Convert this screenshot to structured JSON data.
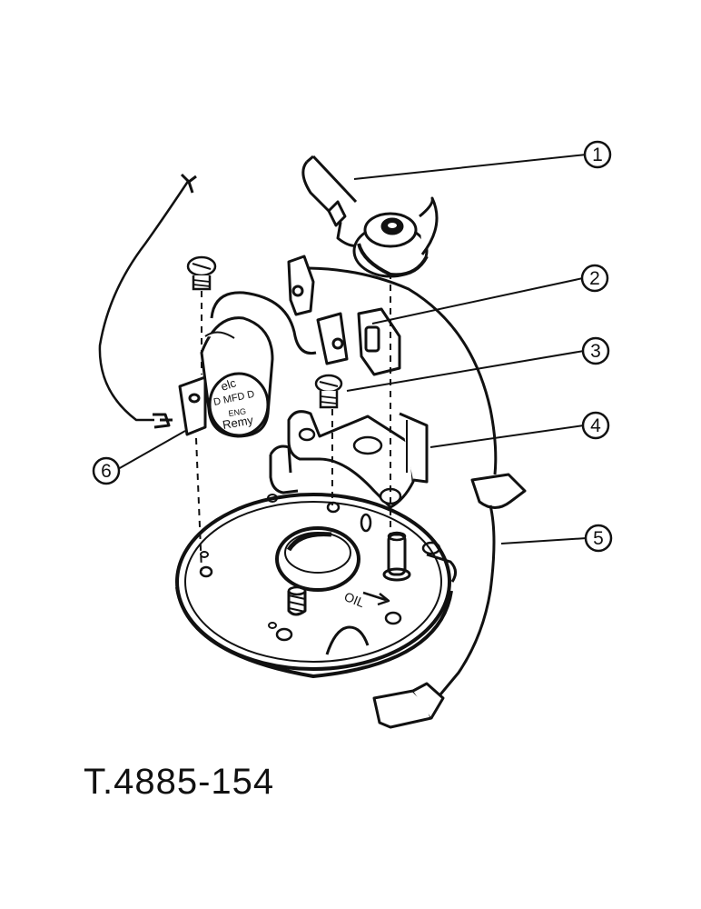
{
  "callouts": [
    {
      "id": "1",
      "label": "1"
    },
    {
      "id": "2",
      "label": "2"
    },
    {
      "id": "3",
      "label": "3"
    },
    {
      "id": "4",
      "label": "4"
    },
    {
      "id": "5",
      "label": "5"
    },
    {
      "id": "6",
      "label": "6"
    }
  ],
  "capacitor_marking": [
    "elc",
    "D MFD D",
    "ENG",
    "Remy"
  ],
  "plate_marking": "OIL",
  "reference_code": "T.4885-154"
}
